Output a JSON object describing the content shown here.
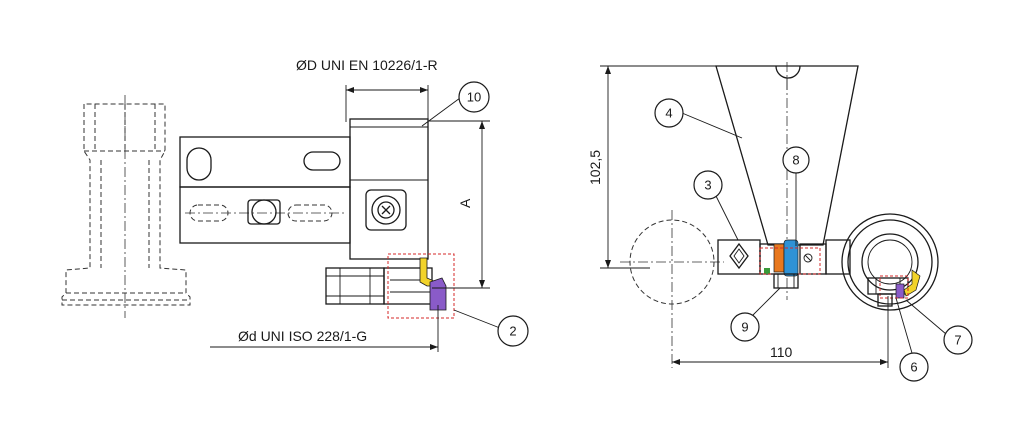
{
  "annotations": {
    "od_top": "ØD UNI EN 10226/1-R",
    "od_bottom": "Ød UNI ISO 228/1-G",
    "dim_a": "A",
    "dim_height": "102,5",
    "dim_width": "110"
  },
  "balloons": [
    "10",
    "2",
    "4",
    "3",
    "8",
    "9",
    "7",
    "6"
  ],
  "colors": {
    "yellow_seal": "#f2d32a",
    "purple_ring": "#8a5bc8",
    "orange_part": "#e8781e",
    "blue_part": "#2f92d6",
    "red_outline": "#d4292a",
    "green_mark": "#3a9a3a"
  }
}
